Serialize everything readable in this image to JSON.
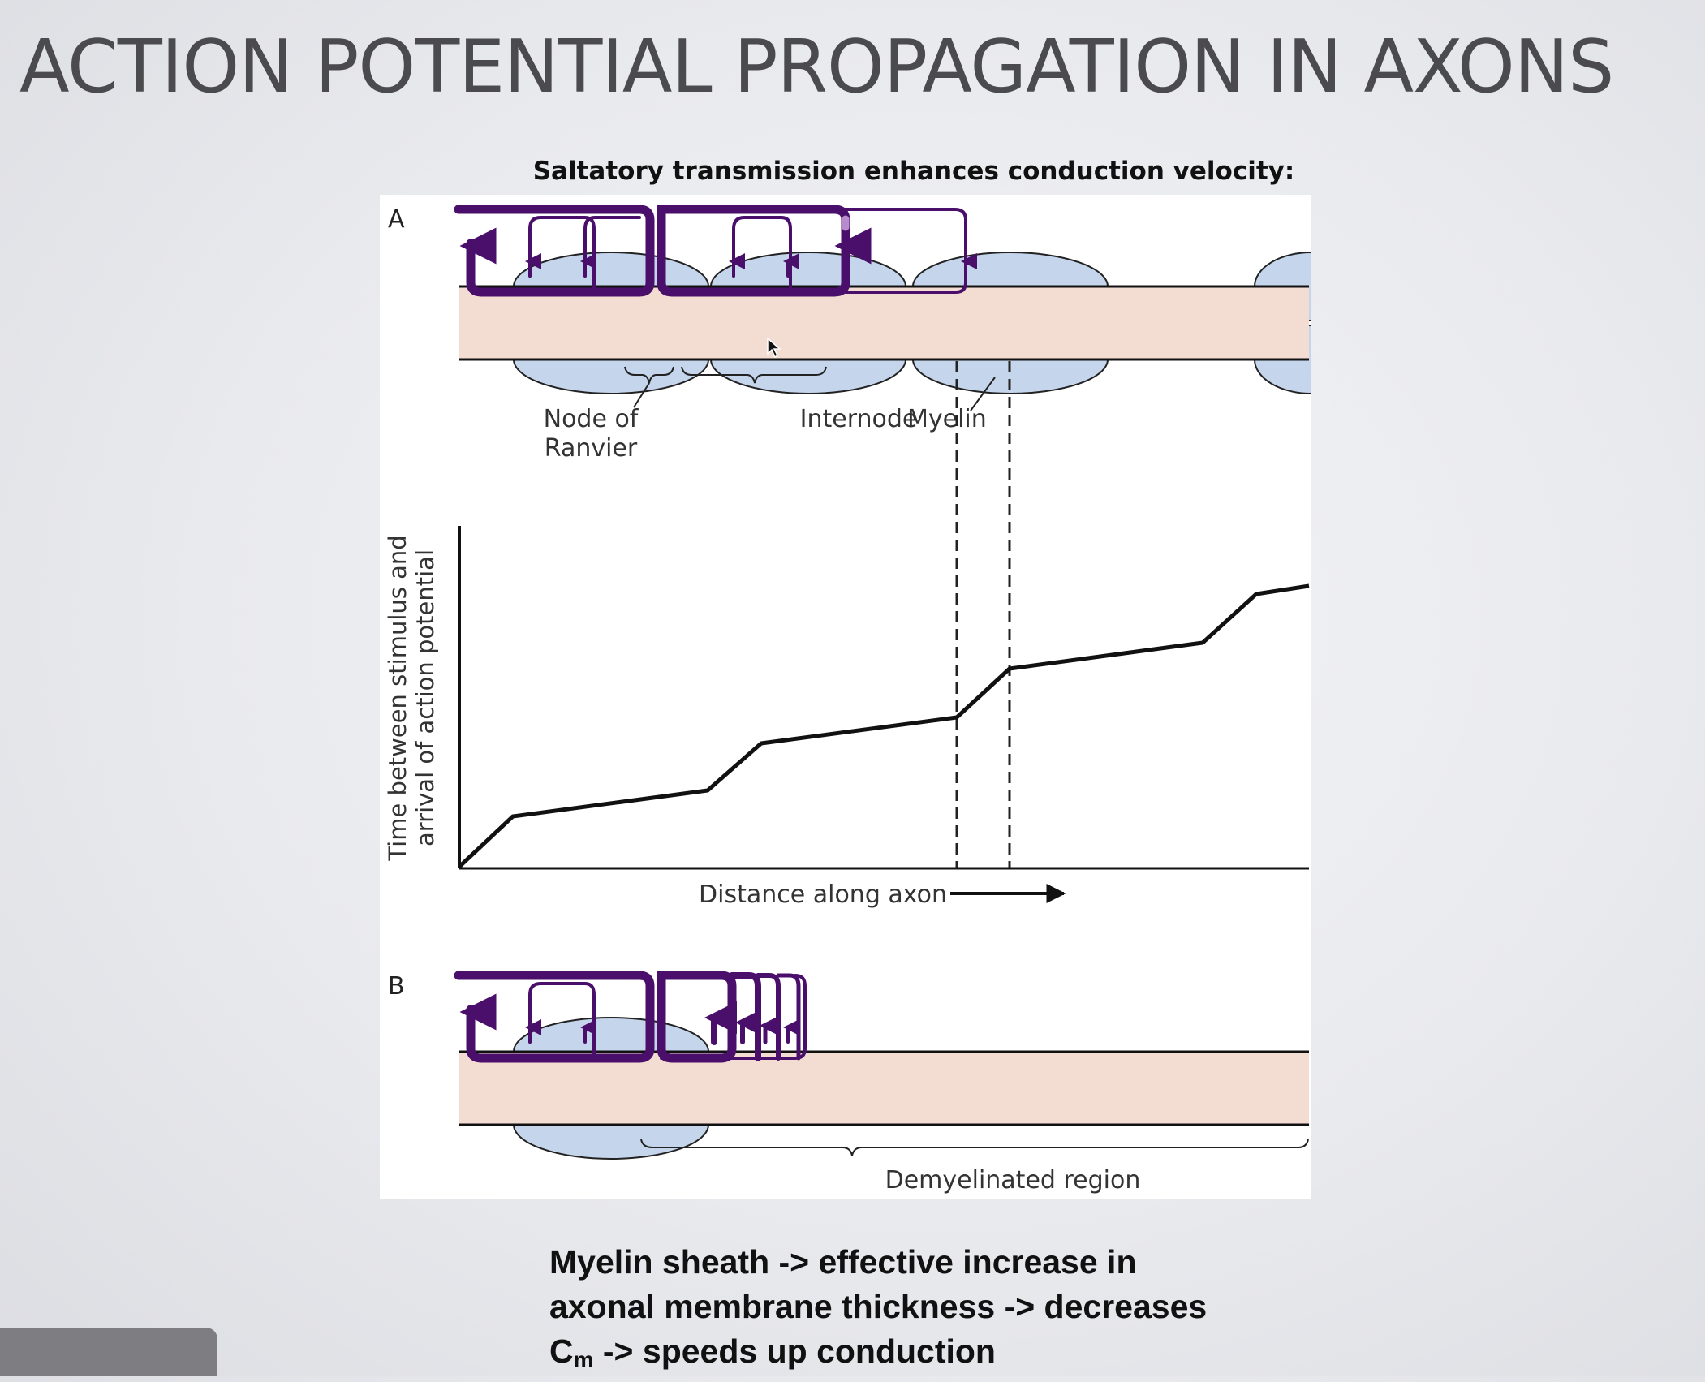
{
  "slide": {
    "title": "ACTION POTENTIAL PROPAGATION IN AXONS",
    "figure_caption": "Saltatory transmission enhances conduction velocity:",
    "summary_line1": "Myelin sheath -> effective increase in",
    "summary_line2": "axonal membrane thickness -> decreases",
    "summary_line3_cm_main": "C",
    "summary_line3_cm_sub": "m",
    "summary_line3_rest": " -> speeds up conduction"
  },
  "figure": {
    "panel_a_label": "A",
    "panel_b_label": "B",
    "node_of_ranvier_line1": "Node of",
    "node_of_ranvier_line2": "Ranvier",
    "internode_label": "Internode",
    "myelin_label": "Myelin",
    "y_axis_line1": "Time between stimulus and",
    "y_axis_line2": "arrival of action potential",
    "x_axis_label": "Distance along axon",
    "demyelinated_label": "Demyelinated region",
    "colors": {
      "axon": "#f3dcd2",
      "myelin": "#c5d6ec",
      "current": "#4a0f6b",
      "line": "#111111"
    }
  }
}
